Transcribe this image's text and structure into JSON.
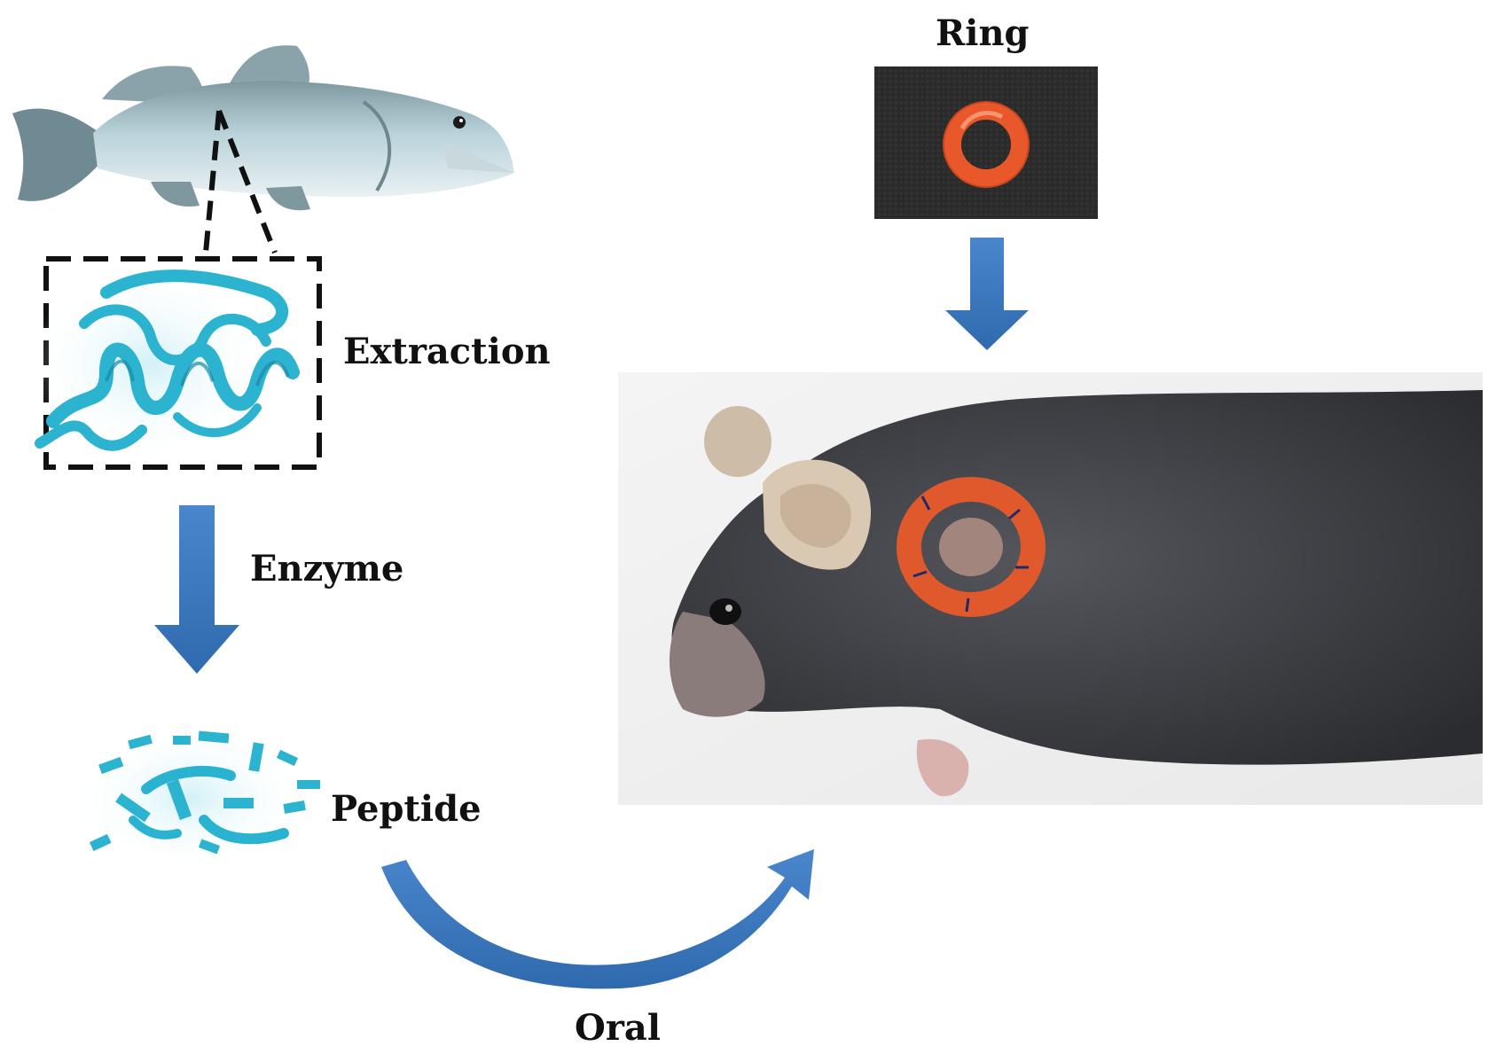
{
  "labels": {
    "extraction": "Extraction",
    "enzyme": "Enzyme",
    "peptide": "Peptide",
    "ring": "Ring",
    "oral": "Oral"
  },
  "illustrations": {
    "fish": "fish-illustration",
    "protein": "protein-ribbon-illustration",
    "peptides": "peptide-fragments-illustration",
    "ring_photo": "orange-silicone-ring-photo",
    "mouse_photo": "mouse-with-ring-photo"
  },
  "colors": {
    "arrow_blue": "#3a78c2",
    "ribbon_cyan": "#2bb3cf",
    "ring_orange": "#e8582a",
    "mouse_fur": "#3e3f44",
    "fish_body": "#a9c6cf"
  }
}
